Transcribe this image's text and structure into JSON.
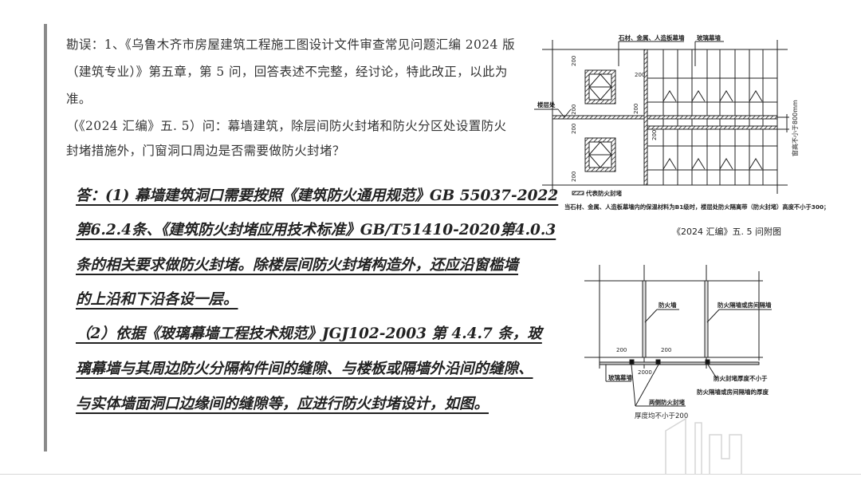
{
  "question": {
    "lines": [
      "勘误：1、《乌鲁木齐市房屋建筑工程施工图设计文件审查常见问题汇编 2024 版",
      "（建筑专业）》第五章，第 5 问，回答表述不完整，经讨论，特此改正，以此为",
      "准。",
      "（《2024 汇编》五. 5）问：幕墙建筑，除层间防火封堵和防火分区处设置防火",
      "封堵措施外，门窗洞口周边是否需要做防火封堵？"
    ]
  },
  "answer": {
    "lines": [
      "答：(1) 幕墙建筑洞口需要按照《建筑防火通用规范》GB 55037-2022",
      "第6.2.4条、《建筑防火封堵应用技术标准》GB/T51410-2020第4.0.3",
      "条的相关要求做防火封堵。除楼层间防火封堵构造外，还应沿窗槛墙",
      "的上沿和下沿各设一层。",
      "（2）依据《玻璃幕墙工程技术规范》JGJ102-2003 第 4.4.7 条，玻",
      "璃幕墙与其周边防火分隔构件间的缝隙、与楼板或隔墙外沿间的缝隙、",
      "与实体墙面洞口边缘间的缝隙等，应进行防火封堵设计，如图。"
    ]
  },
  "figure1": {
    "label_stone": "石材、金属、人造板幕墙",
    "label_glass": "玻璃幕墙",
    "label_floor": "楼层处",
    "dim_200": "200",
    "dim_height": "窗高不小于800mm",
    "legend": "代表防火封堵",
    "note": "当石材、金属、人造板幕墙内的保温材料为B1级时，楼层处防火隔离带（防火封堵）高度不小于300；",
    "caption": "《2024 汇编》五. 5 问附图"
  },
  "figure2": {
    "label_firewall": "防火墙",
    "label_partition": "防火隔墙或房间隔墙",
    "dim_200": "200",
    "dim_2000": "2000",
    "label_glass": "玻璃幕墙",
    "note_thick_1": "防火封堵厚度不小于",
    "note_thick_2": "防火隔墙或房间隔墙的厚度",
    "note_sides_1": "两侧防火封堵",
    "note_sides_2": "厚度均不小于200"
  }
}
